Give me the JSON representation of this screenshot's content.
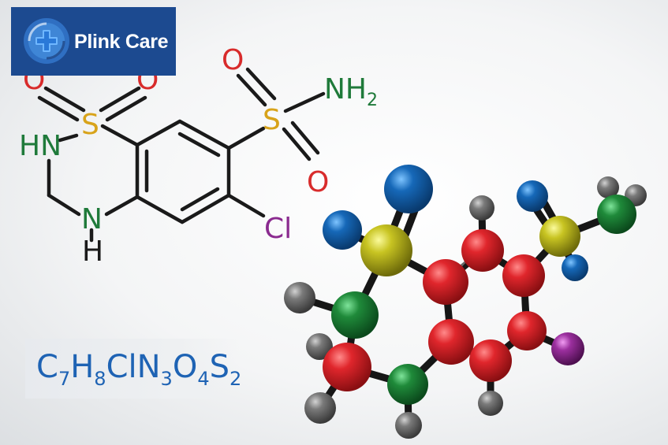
{
  "brand": {
    "name": "Plink Care"
  },
  "structure_labels": {
    "o_left_1": "O",
    "o_left_2": "O",
    "s_ring": "S",
    "hn": "HN",
    "n_lower": "N",
    "h_lower": "H",
    "cl": "Cl",
    "s_side": "S",
    "o_top": "O",
    "o_bottom": "O",
    "nh": "NH",
    "nh_sub": "2"
  },
  "formula": [
    {
      "el": "C",
      "n": "7"
    },
    {
      "el": "H",
      "n": "8"
    },
    {
      "el": "ClN",
      "n": "3"
    },
    {
      "el": "O",
      "n": "4"
    },
    {
      "el": "S",
      "n": "2"
    }
  ],
  "colors": {
    "oxygen": "#d82b2b",
    "sulfur": "#d8a31a",
    "nitrogen": "#1f7a3a",
    "chlorine": "#8a2a8f",
    "bond": "#1a1a1a",
    "formula": "#1e63b4",
    "logo_bg": "#1c4a90",
    "ball_red": "#d8262c",
    "ball_green": "#1f8a3a",
    "ball_blue": "#1668b8",
    "ball_yellow": "#c8c422",
    "ball_grey": "#6f6f6f",
    "ball_purple": "#9b2f9e"
  },
  "icons": [
    "medical-cross-logo-icon"
  ]
}
